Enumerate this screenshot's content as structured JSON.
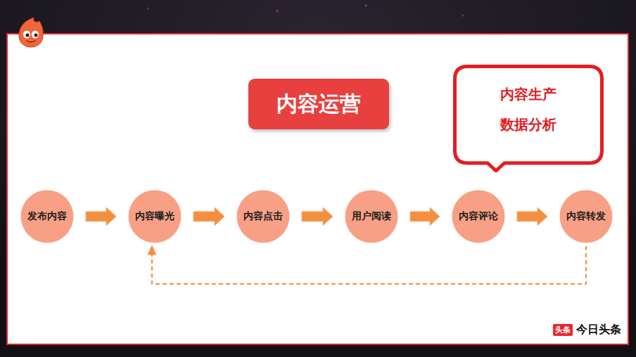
{
  "diagram": {
    "title": "内容运营",
    "nodes": [
      {
        "text": [
          "内容生产",
          "数据分析"
        ]
      },
      {
        "text": [
          "发布内容"
        ]
      },
      {
        "text": [
          "内容曝光"
        ]
      },
      {
        "text": [
          "内容点击"
        ]
      },
      {
        "text": [
          "用户阅读"
        ]
      },
      {
        "text": [
          "内容评论"
        ]
      },
      {
        "text": [
          "内容转发"
        ]
      }
    ],
    "edges": [
      {
        "from": 1,
        "to": 2,
        "arrow": "to"
      },
      {
        "from": 2,
        "to": 3,
        "arrow": "to"
      },
      {
        "from": 3,
        "to": 4,
        "arrow": "to"
      },
      {
        "from": 4,
        "to": 5,
        "arrow": "to"
      },
      {
        "from": 5,
        "to": 6,
        "arrow": "to"
      },
      {
        "from": 6,
        "to": 2,
        "arrow": "to"
      }
    ],
    "labels": [
      "头条",
      "今日头条"
    ]
  }
}
